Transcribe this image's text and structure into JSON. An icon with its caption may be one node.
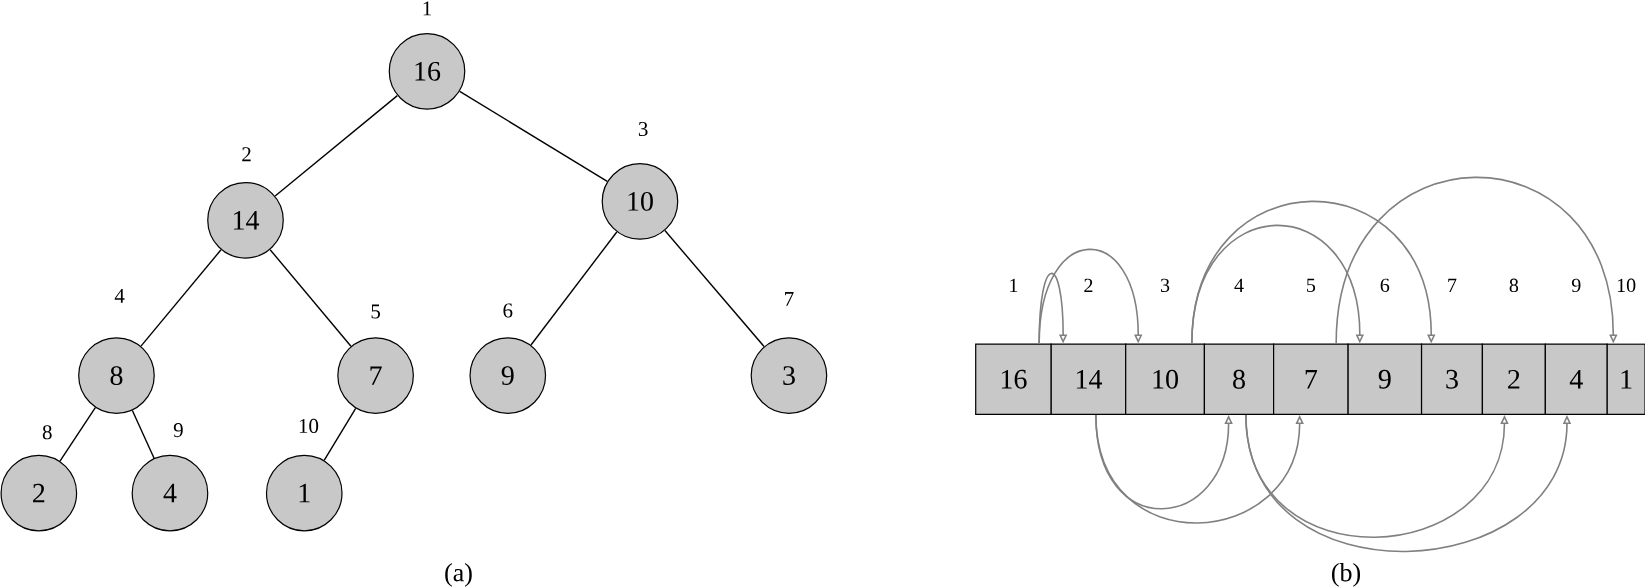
{
  "diagram": {
    "nodes": [
      {
        "text": [
          "16"
        ],
        "beside": [
          "1"
        ]
      },
      {
        "text": [
          "14"
        ],
        "beside": [
          "2"
        ]
      },
      {
        "text": [
          "10"
        ],
        "beside": [
          "3"
        ]
      },
      {
        "text": [
          "8"
        ],
        "beside": [
          "4"
        ]
      },
      {
        "text": [
          "7"
        ],
        "beside": [
          "5"
        ]
      },
      {
        "text": [
          "9"
        ],
        "beside": [
          "6"
        ]
      },
      {
        "text": [
          "3"
        ],
        "beside": [
          "7"
        ]
      },
      {
        "text": [
          "2"
        ],
        "beside": [
          "8"
        ]
      },
      {
        "text": [
          "4"
        ],
        "beside": [
          "9"
        ]
      },
      {
        "text": [
          "1"
        ],
        "beside": [
          "10"
        ]
      },
      {
        "text": [
          "16"
        ],
        "beside": [
          "1"
        ]
      },
      {
        "text": [
          "14"
        ],
        "beside": [
          "2"
        ]
      },
      {
        "text": [
          "10"
        ],
        "beside": [
          "3"
        ]
      },
      {
        "text": [
          "8"
        ],
        "beside": [
          "4"
        ]
      },
      {
        "text": [
          "7"
        ],
        "beside": [
          "5"
        ]
      },
      {
        "text": [
          "9"
        ],
        "beside": [
          "6"
        ]
      },
      {
        "text": [
          "3"
        ],
        "beside": [
          "7"
        ]
      },
      {
        "text": [
          "2"
        ],
        "beside": [
          "8"
        ]
      },
      {
        "text": [
          "4"
        ],
        "beside": [
          "9"
        ]
      },
      {
        "text": [
          "1"
        ],
        "beside": [
          "10"
        ]
      }
    ],
    "edges": [
      {
        "from": 0,
        "to": 1,
        "arrow": "none"
      },
      {
        "from": 0,
        "to": 2,
        "arrow": "none"
      },
      {
        "from": 1,
        "to": 3,
        "arrow": "none"
      },
      {
        "from": 1,
        "to": 4,
        "arrow": "none"
      },
      {
        "from": 2,
        "to": 5,
        "arrow": "none"
      },
      {
        "from": 2,
        "to": 6,
        "arrow": "none"
      },
      {
        "from": 3,
        "to": 7,
        "arrow": "none"
      },
      {
        "from": 3,
        "to": 8,
        "arrow": "none"
      },
      {
        "from": 4,
        "to": 9,
        "arrow": "none"
      },
      {
        "from": 10,
        "to": 11,
        "arrow": "to",
        "color": "#808080"
      },
      {
        "from": 10,
        "to": 12,
        "arrow": "to",
        "color": "#808080"
      },
      {
        "from": 11,
        "to": 13,
        "arrow": "to",
        "color": "#808080"
      },
      {
        "from": 11,
        "to": 14,
        "arrow": "to",
        "color": "#808080"
      },
      {
        "from": 12,
        "to": 15,
        "arrow": "to",
        "color": "#808080"
      },
      {
        "from": 12,
        "to": 16,
        "arrow": "to",
        "color": "#808080"
      },
      {
        "from": 13,
        "to": 17,
        "arrow": "to",
        "color": "#808080"
      },
      {
        "from": 13,
        "to": 18,
        "arrow": "to",
        "color": "#808080"
      },
      {
        "from": 14,
        "to": 19,
        "arrow": "to",
        "color": "#808080"
      }
    ],
    "labels": [
      "(a)",
      "(b)"
    ]
  }
}
